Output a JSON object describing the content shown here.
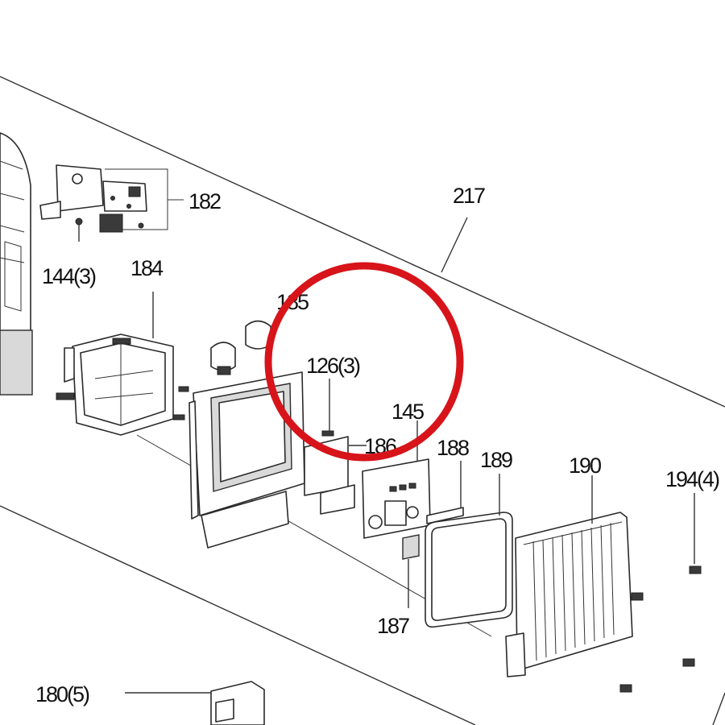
{
  "diagram": {
    "callouts": {
      "p182": "182",
      "p144": "144(3)",
      "p184": "184",
      "p185": "185",
      "p126": "126(3)",
      "p145": "145",
      "p186": "186",
      "p188": "188",
      "p189": "189",
      "p190": "190",
      "p194": "194(4)",
      "p187": "187",
      "p180": "180(5)",
      "p217": "217"
    },
    "highlight_color": "#d7141a",
    "line_color": "#333333"
  }
}
